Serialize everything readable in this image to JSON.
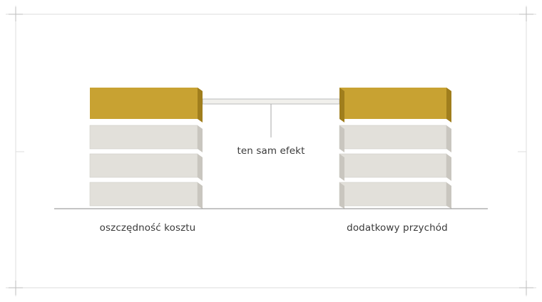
{
  "labels": {
    "center": "ten sam efekt",
    "left": "oszczędność kosztu",
    "right": "dodatkowy przychód"
  },
  "colors": {
    "accent_top": "#c19a29",
    "accent_front": "#c8a232",
    "accent_right": "#a07e1d",
    "block_top": "#ecebe6",
    "block_front": "#e2e0da",
    "block_right": "#c9c6bf",
    "line": "#999999",
    "guide": "#dddddd"
  }
}
